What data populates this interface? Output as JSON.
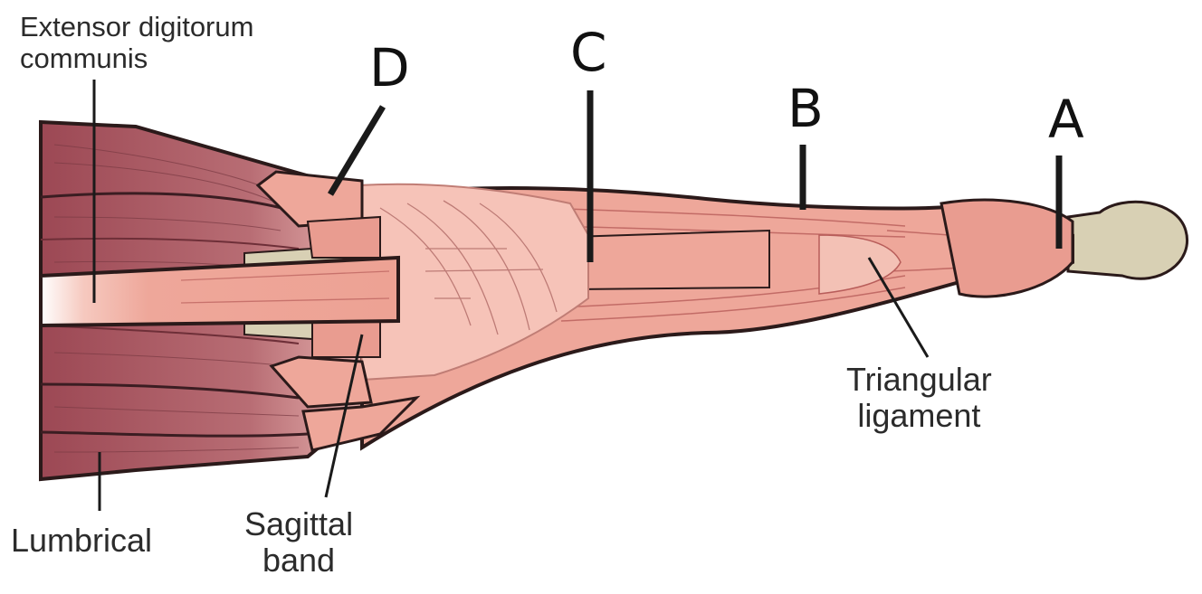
{
  "labels": {
    "extensor_line1": "Extensor digitorum",
    "extensor_line2": "communis",
    "lumbrical": "Lumbrical",
    "sagittal_line1": "Sagittal",
    "sagittal_line2": "band",
    "triangular_line1": "Triangular",
    "triangular_line2": "ligament",
    "letter_a": "A",
    "letter_b": "B",
    "letter_c": "C",
    "letter_d": "D"
  },
  "colors": {
    "muscle_dark": "#a85560",
    "tendon": "#eea79a",
    "hood": "#f6c3b8",
    "bone": "#d8d0b4",
    "outline": "#2b1a1a"
  }
}
